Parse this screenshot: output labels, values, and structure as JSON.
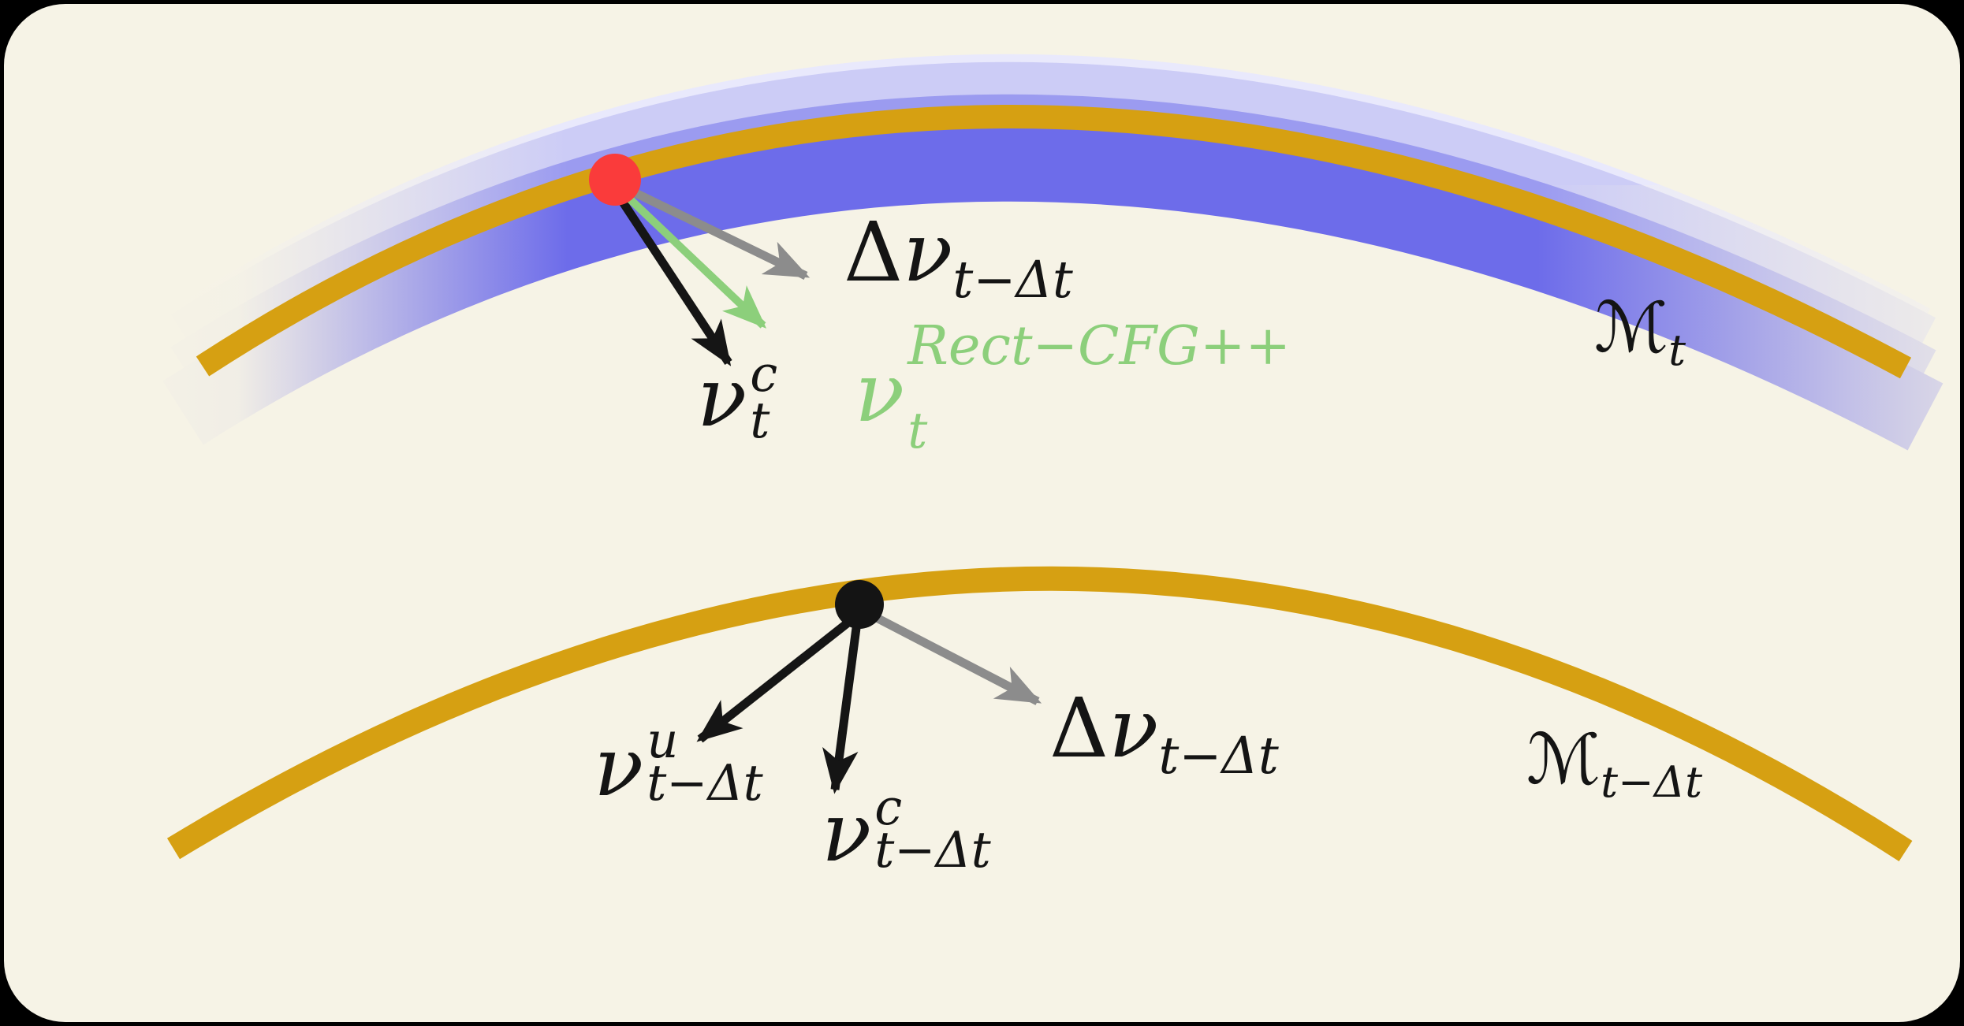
{
  "colors": {
    "background": "#000000",
    "panel": "#f6f3e6",
    "curve": "#d6a012",
    "band_faint": "#e9e9fc",
    "band_light": "#ccccf6",
    "band_mid": "#9b9bf0",
    "band_dark": "#6d6cea",
    "point_top": "#fa3b3b",
    "point_bottom": "#141414",
    "arrow_black": "#151515",
    "arrow_gray": "#8c8c8c",
    "arrow_green": "#8ccf7b",
    "text": "#141414"
  },
  "labels": {
    "delta_v_top": {
      "delta": "Δ",
      "nu": "ν",
      "sub": "t−Δt"
    },
    "v_c_top": {
      "nu": "ν",
      "sup": "c",
      "sub": "t"
    },
    "v_rect_cfg": {
      "nu": "ν",
      "sup": "Rect−CFG++",
      "sub": "t"
    },
    "v_u_bottom": {
      "nu": "ν",
      "sup": "u",
      "sub": "t−Δt"
    },
    "v_c_bottom": {
      "nu": "ν",
      "sup": "c",
      "sub": "t−Δt"
    },
    "delta_v_bottom": {
      "delta": "Δ",
      "nu": "ν",
      "sub": "t−Δt"
    },
    "manifold_top": {
      "m": "ℳ",
      "sub": "t"
    },
    "manifold_bottom": {
      "m": "ℳ",
      "sub": "t−Δt"
    }
  }
}
